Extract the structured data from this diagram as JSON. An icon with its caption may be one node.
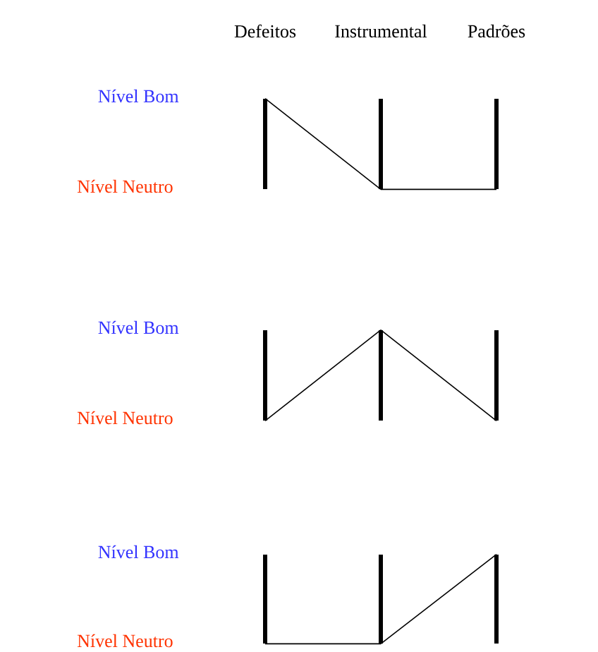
{
  "diagram": {
    "nodes": [
      {
        "text": [],
        "shape": "bar"
      },
      {
        "text": [],
        "shape": "bar"
      },
      {
        "text": [],
        "shape": "bar"
      },
      {
        "text": [],
        "shape": "bar"
      },
      {
        "text": [],
        "shape": "bar"
      },
      {
        "text": [],
        "shape": "bar"
      },
      {
        "text": [],
        "shape": "bar"
      },
      {
        "text": [],
        "shape": "bar"
      },
      {
        "text": [],
        "shape": "bar"
      }
    ],
    "edges": [
      {
        "from": 0,
        "to": 1,
        "arrow": "none"
      },
      {
        "from": 1,
        "to": 2,
        "arrow": "none"
      },
      {
        "from": 3,
        "to": 4,
        "arrow": "none"
      },
      {
        "from": 4,
        "to": 5,
        "arrow": "none"
      },
      {
        "from": 6,
        "to": 7,
        "arrow": "none"
      },
      {
        "from": 7,
        "to": 8,
        "arrow": "none"
      }
    ],
    "labels": [
      "Defeitos",
      "Instrumental",
      "Padrões",
      "Nível Bom",
      "Nível Neutro",
      "Nível Bom",
      "Nível Neutro",
      "Nível Bom",
      "Nível Neutro"
    ]
  }
}
